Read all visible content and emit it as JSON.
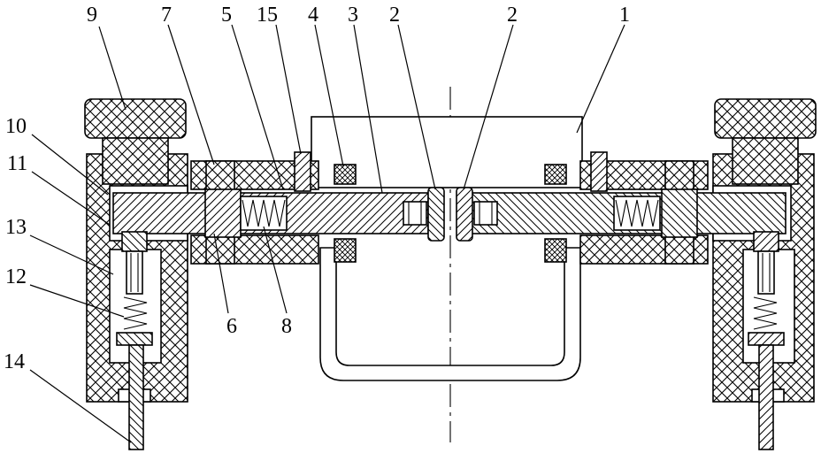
{
  "figure": {
    "labels": {
      "l1": "1",
      "l2a": "2",
      "l2b": "2",
      "l3": "3",
      "l4": "4",
      "l5": "5",
      "l6": "6",
      "l7": "7",
      "l8": "8",
      "l9": "9",
      "l10": "10",
      "l11": "11",
      "l12": "12",
      "l13": "13",
      "l14": "14",
      "l15": "15"
    }
  }
}
